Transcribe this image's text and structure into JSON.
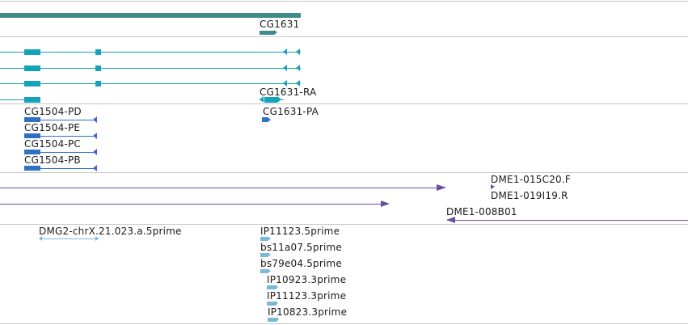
{
  "colors": {
    "gene": "#3d8c8a",
    "transcript": "#14a3b8",
    "protein": "#2f6fc4",
    "clone": "#6b4f9e",
    "est": "#7ab8d9",
    "separator": "#c8c8c8"
  },
  "gene_track": {
    "features": [
      {
        "label": "CG1631"
      }
    ]
  },
  "transcript_track": {
    "features": [
      {
        "label": "CG1631-RA"
      }
    ]
  },
  "protein_track": {
    "features": [
      {
        "label": "CG1631-PA"
      },
      {
        "label": "CG1504-PD"
      },
      {
        "label": "CG1504-PE"
      },
      {
        "label": "CG1504-PC"
      },
      {
        "label": "CG1504-PB"
      }
    ]
  },
  "clone_track": {
    "features": [
      {
        "label": "DME1-015C20.F"
      },
      {
        "label": "DME1-019I19.R"
      },
      {
        "label": "DME1-008B01"
      }
    ]
  },
  "est_track": {
    "features": [
      {
        "label": "DMG2-chrX.21.023.a.5prime"
      },
      {
        "label": "IP11123.5prime"
      },
      {
        "label": "bs11a07.5prime"
      },
      {
        "label": "bs79e04.5prime"
      },
      {
        "label": "IP10923.3prime"
      },
      {
        "label": "IP11123.3prime"
      },
      {
        "label": "IP10823.3prime"
      }
    ]
  }
}
